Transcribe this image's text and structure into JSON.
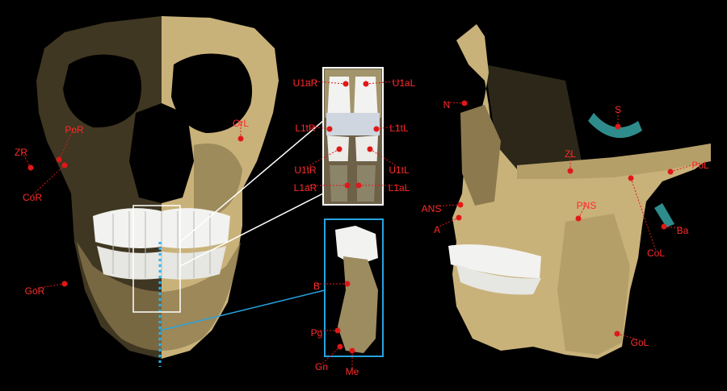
{
  "colors": {
    "background": "#000000",
    "bone": "#c9b27a",
    "bone_dark": "#8c7a4e",
    "bone_shadow": "#5e5232",
    "translucent_bone": "#4a4128",
    "teeth": "#f2f2f0",
    "landmark": "#e01818",
    "label": "#ff2a2a",
    "inset_front_border": "#ffffff",
    "inset_side_border": "#27a3e0",
    "midline": "#29b6f6",
    "cyan_structure": "#2f8c8c"
  },
  "front_view_landmarks": [
    "ZR",
    "PoR",
    "CoR",
    "OrL",
    "GoR"
  ],
  "incisor_inset_landmarks": [
    "U1aR",
    "U1aL",
    "L1tR",
    "L1tL",
    "U1tR",
    "U1tL",
    "L1aR",
    "L1aL"
  ],
  "chin_inset_landmarks": [
    "B",
    "Pg",
    "Gn",
    "Me"
  ],
  "side_view_landmarks": [
    "N",
    "S",
    "ZL",
    "PoL",
    "ANS",
    "PNS",
    "A",
    "Ba",
    "CoL",
    "GoL"
  ]
}
